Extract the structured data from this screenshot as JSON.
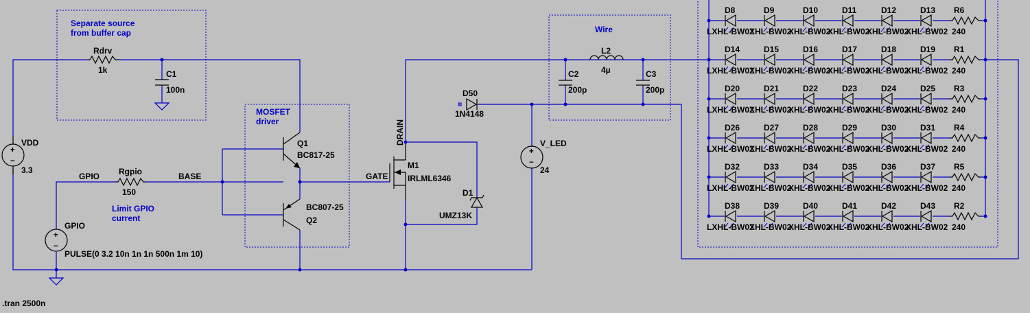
{
  "notes": {
    "buffer_1": "Separate source",
    "buffer_2": "from buffer cap",
    "driver_1": "MOSFET",
    "driver_2": "driver",
    "wire": "Wire",
    "limit_1": "Limit GPIO",
    "limit_2": "current"
  },
  "nets": {
    "gpio": "GPIO",
    "base": "BASE",
    "gate": "GATE",
    "drain": "DRAIN"
  },
  "directive": ".tran 2500n",
  "components": {
    "rdrv": {
      "name": "Rdrv",
      "value": "1k"
    },
    "c1": {
      "name": "C1",
      "value": "100n"
    },
    "vdd": {
      "name": "VDD",
      "value": "3.3"
    },
    "rgpio": {
      "name": "Rgpio",
      "value": "150"
    },
    "gpio_src": {
      "name": "GPIO",
      "value": "PULSE(0 3.2 10n 1n 1n 500n 1m 10)"
    },
    "q1": {
      "name": "Q1",
      "value": "BC817-25"
    },
    "q2": {
      "name": "Q2",
      "value": "BC807-25"
    },
    "m1": {
      "name": "M1",
      "value": "IRLML6346"
    },
    "d1": {
      "name": "D1",
      "value": "UMZ13K"
    },
    "d50": {
      "name": "D50",
      "value": "1N4148"
    },
    "vled": {
      "name": "V_LED",
      "value": "24"
    },
    "l2": {
      "name": "L2",
      "value": "4µ"
    },
    "c2": {
      "name": "C2",
      "value": "200p"
    },
    "c3": {
      "name": "C3",
      "value": "200p"
    }
  },
  "led_array": {
    "led_model": "LXHL-BW02",
    "led_label_visible": [
      "LXHL-BW02",
      "XHL-BW02",
      "XHL-BW02",
      "XHL-BW02",
      "XHL-BW02",
      "XHL-BW02"
    ],
    "rows": [
      {
        "leds": [
          "D8",
          "D9",
          "D10",
          "D11",
          "D12",
          "D13"
        ],
        "resistor": "R6",
        "value": "240"
      },
      {
        "leds": [
          "D14",
          "D15",
          "D16",
          "D17",
          "D18",
          "D19"
        ],
        "resistor": "R1",
        "value": "240"
      },
      {
        "leds": [
          "D20",
          "D21",
          "D22",
          "D23",
          "D24",
          "D25"
        ],
        "resistor": "R3",
        "value": "240"
      },
      {
        "leds": [
          "D26",
          "D27",
          "D28",
          "D29",
          "D30",
          "D31"
        ],
        "resistor": "R4",
        "value": "240"
      },
      {
        "leds": [
          "D32",
          "D33",
          "D34",
          "D35",
          "D36",
          "D37"
        ],
        "resistor": "R5",
        "value": "240"
      },
      {
        "leds": [
          "D38",
          "D39",
          "D40",
          "D41",
          "D42",
          "D43"
        ],
        "resistor": "R2",
        "value": "240"
      }
    ]
  }
}
